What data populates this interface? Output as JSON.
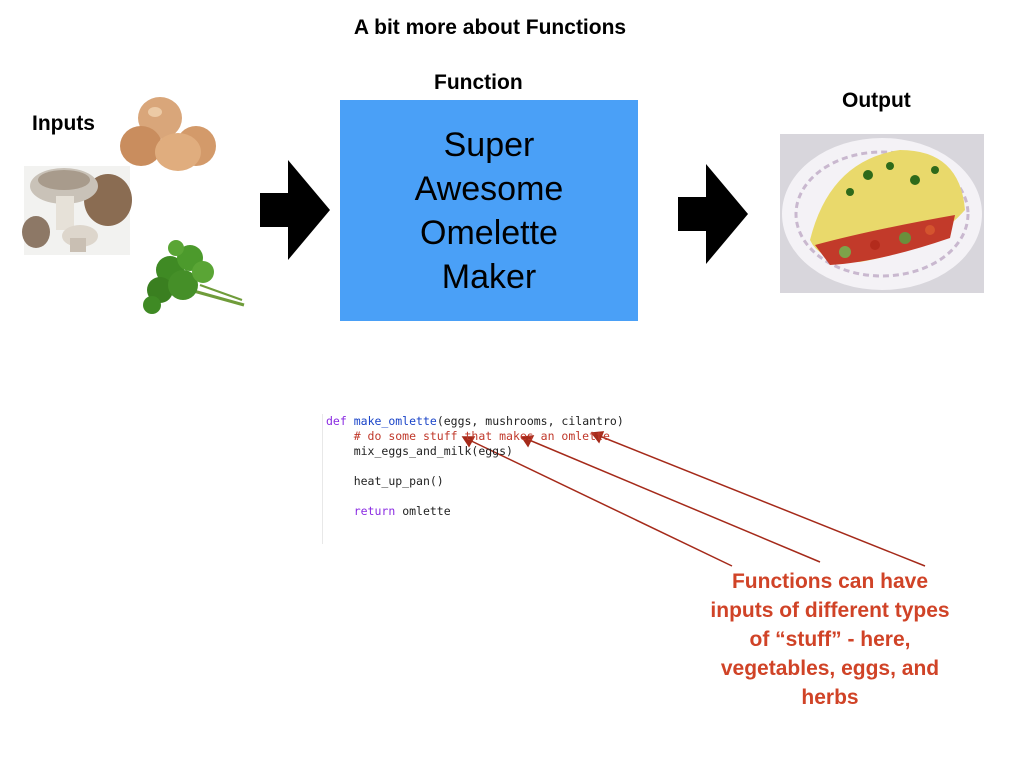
{
  "title": "A bit more about Functions",
  "inputs_label": "Inputs",
  "function_label": "Function",
  "output_label": "Output",
  "function_box": {
    "line1": "Super",
    "line2": "Awesome",
    "line3": "Omelette",
    "line4": "Maker"
  },
  "code": {
    "def_kw": "def",
    "func_name": "make_omlette",
    "params": "(eggs, mushrooms, cilantro)",
    "comment": "# do some stuff that makes an omlette",
    "line3": "mix_eggs_and_milk(eggs)",
    "line5": "heat_up_pan()",
    "return_kw": "return",
    "return_val": "omlette"
  },
  "annotation": {
    "line1": "Functions can have",
    "line2": "inputs of different types",
    "line3": "of “stuff” - here,",
    "line4": "vegetables, eggs, and",
    "line5": "herbs"
  },
  "colors": {
    "function_box": "#4aa0f7",
    "annotation": "#d04327",
    "annotation_line": "#a52a1a",
    "arrow": "#000000"
  },
  "icons": [
    "eggs-image",
    "mushrooms-image",
    "cilantro-image",
    "omelette-image",
    "right-arrow-icon"
  ]
}
